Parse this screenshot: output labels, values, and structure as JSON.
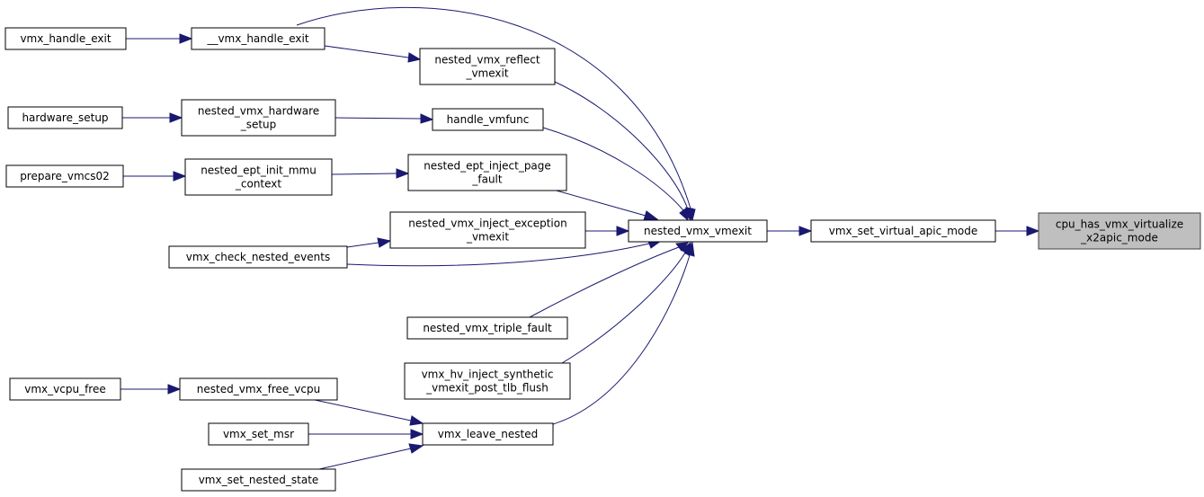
{
  "diagram": {
    "colors": {
      "edge": "#191970",
      "highlight_fill": "#bfbfbf",
      "highlight_stroke": "#404040"
    },
    "nodes": [
      {
        "id": "cpu_has",
        "lines": [
          "cpu_has_vmx_virtualize",
          "_x2apic_mode"
        ],
        "highlight": true
      },
      {
        "id": "vmx_set_virtual_apic_mode",
        "lines": [
          "vmx_set_virtual_apic_mode"
        ]
      },
      {
        "id": "nested_vmx_vmexit",
        "lines": [
          "nested_vmx_vmexit"
        ]
      },
      {
        "id": "__vmx_handle_exit",
        "lines": [
          "__vmx_handle_exit"
        ]
      },
      {
        "id": "vmx_handle_exit",
        "lines": [
          "vmx_handle_exit"
        ]
      },
      {
        "id": "nested_vmx_reflect_vmexit",
        "lines": [
          "nested_vmx_reflect",
          "_vmexit"
        ]
      },
      {
        "id": "handle_vmfunc",
        "lines": [
          "handle_vmfunc"
        ]
      },
      {
        "id": "nested_vmx_hardware_setup",
        "lines": [
          "nested_vmx_hardware",
          "_setup"
        ]
      },
      {
        "id": "hardware_setup",
        "lines": [
          "hardware_setup"
        ]
      },
      {
        "id": "nested_ept_inject_page_fault",
        "lines": [
          "nested_ept_inject_page",
          "_fault"
        ]
      },
      {
        "id": "nested_ept_init_mmu_context",
        "lines": [
          "nested_ept_init_mmu",
          "_context"
        ]
      },
      {
        "id": "prepare_vmcs02",
        "lines": [
          "prepare_vmcs02"
        ]
      },
      {
        "id": "nested_vmx_inject_exception_vmexit",
        "lines": [
          "nested_vmx_inject_exception",
          "_vmexit"
        ]
      },
      {
        "id": "vmx_check_nested_events",
        "lines": [
          "vmx_check_nested_events"
        ]
      },
      {
        "id": "nested_vmx_triple_fault",
        "lines": [
          "nested_vmx_triple_fault"
        ]
      },
      {
        "id": "vmx_hv_inject_synthetic",
        "lines": [
          "vmx_hv_inject_synthetic",
          "_vmexit_post_tlb_flush"
        ]
      },
      {
        "id": "vmx_leave_nested",
        "lines": [
          "vmx_leave_nested"
        ]
      },
      {
        "id": "nested_vmx_free_vcpu",
        "lines": [
          "nested_vmx_free_vcpu"
        ]
      },
      {
        "id": "vmx_vcpu_free",
        "lines": [
          "vmx_vcpu_free"
        ]
      },
      {
        "id": "vmx_set_msr",
        "lines": [
          "vmx_set_msr"
        ]
      },
      {
        "id": "vmx_set_nested_state",
        "lines": [
          "vmx_set_nested_state"
        ]
      }
    ],
    "edges": [
      {
        "from": "vmx_set_virtual_apic_mode",
        "to": "cpu_has"
      },
      {
        "from": "nested_vmx_vmexit",
        "to": "vmx_set_virtual_apic_mode"
      },
      {
        "from": "__vmx_handle_exit",
        "to": "nested_vmx_vmexit"
      },
      {
        "from": "vmx_handle_exit",
        "to": "__vmx_handle_exit"
      },
      {
        "from": "__vmx_handle_exit",
        "to": "nested_vmx_reflect_vmexit"
      },
      {
        "from": "nested_vmx_reflect_vmexit",
        "to": "nested_vmx_vmexit"
      },
      {
        "from": "handle_vmfunc",
        "to": "nested_vmx_vmexit"
      },
      {
        "from": "nested_vmx_hardware_setup",
        "to": "handle_vmfunc"
      },
      {
        "from": "hardware_setup",
        "to": "nested_vmx_hardware_setup"
      },
      {
        "from": "nested_ept_inject_page_fault",
        "to": "nested_vmx_vmexit"
      },
      {
        "from": "nested_ept_init_mmu_context",
        "to": "nested_ept_inject_page_fault"
      },
      {
        "from": "prepare_vmcs02",
        "to": "nested_ept_init_mmu_context"
      },
      {
        "from": "nested_vmx_inject_exception_vmexit",
        "to": "nested_vmx_vmexit"
      },
      {
        "from": "vmx_check_nested_events",
        "to": "nested_vmx_inject_exception_vmexit"
      },
      {
        "from": "vmx_check_nested_events",
        "to": "nested_vmx_vmexit"
      },
      {
        "from": "nested_vmx_triple_fault",
        "to": "nested_vmx_vmexit"
      },
      {
        "from": "vmx_hv_inject_synthetic",
        "to": "nested_vmx_vmexit"
      },
      {
        "from": "vmx_leave_nested",
        "to": "nested_vmx_vmexit"
      },
      {
        "from": "nested_vmx_free_vcpu",
        "to": "vmx_leave_nested"
      },
      {
        "from": "vmx_vcpu_free",
        "to": "nested_vmx_free_vcpu"
      },
      {
        "from": "vmx_set_msr",
        "to": "vmx_leave_nested"
      },
      {
        "from": "vmx_set_nested_state",
        "to": "vmx_leave_nested"
      }
    ]
  }
}
